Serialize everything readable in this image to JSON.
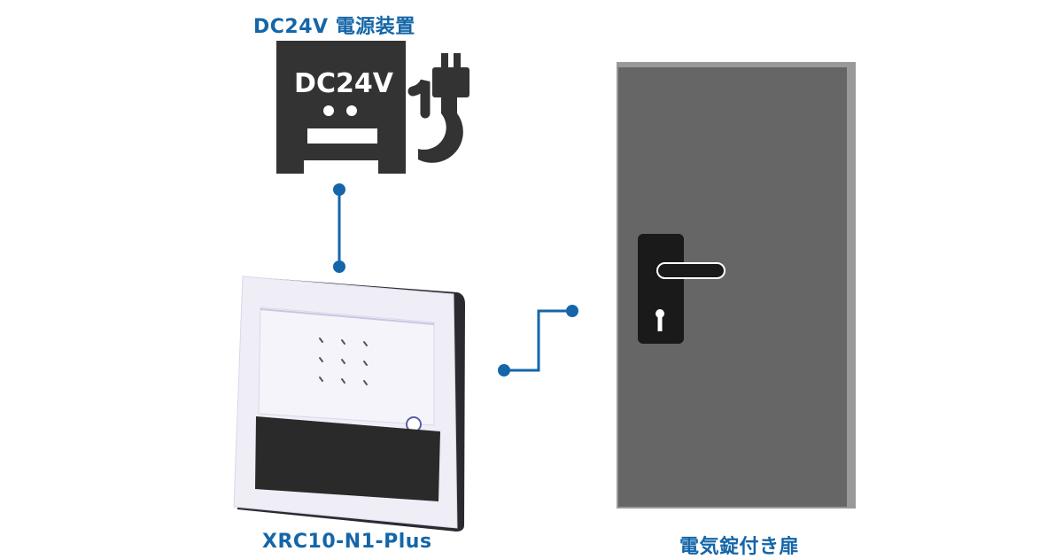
{
  "power_supply": {
    "title": "DC24V 電源装置",
    "box_text": "DC24V"
  },
  "reader": {
    "label": "XRC10-N1-Plus"
  },
  "door": {
    "label": "電気錠付き扉"
  },
  "colors": {
    "label_blue": "#1466a8",
    "connector_blue": "#1466a8",
    "power_box": "#333333",
    "door_face": "#666666",
    "door_frame": "#999999",
    "lock_plate": "#1a1a1a",
    "reader_body": "#efeef7",
    "reader_window": "#2a2a2a"
  },
  "icons": [
    "plug-icon",
    "keyhole-icon",
    "door-handle-icon",
    "rfid-badge-icon"
  ]
}
